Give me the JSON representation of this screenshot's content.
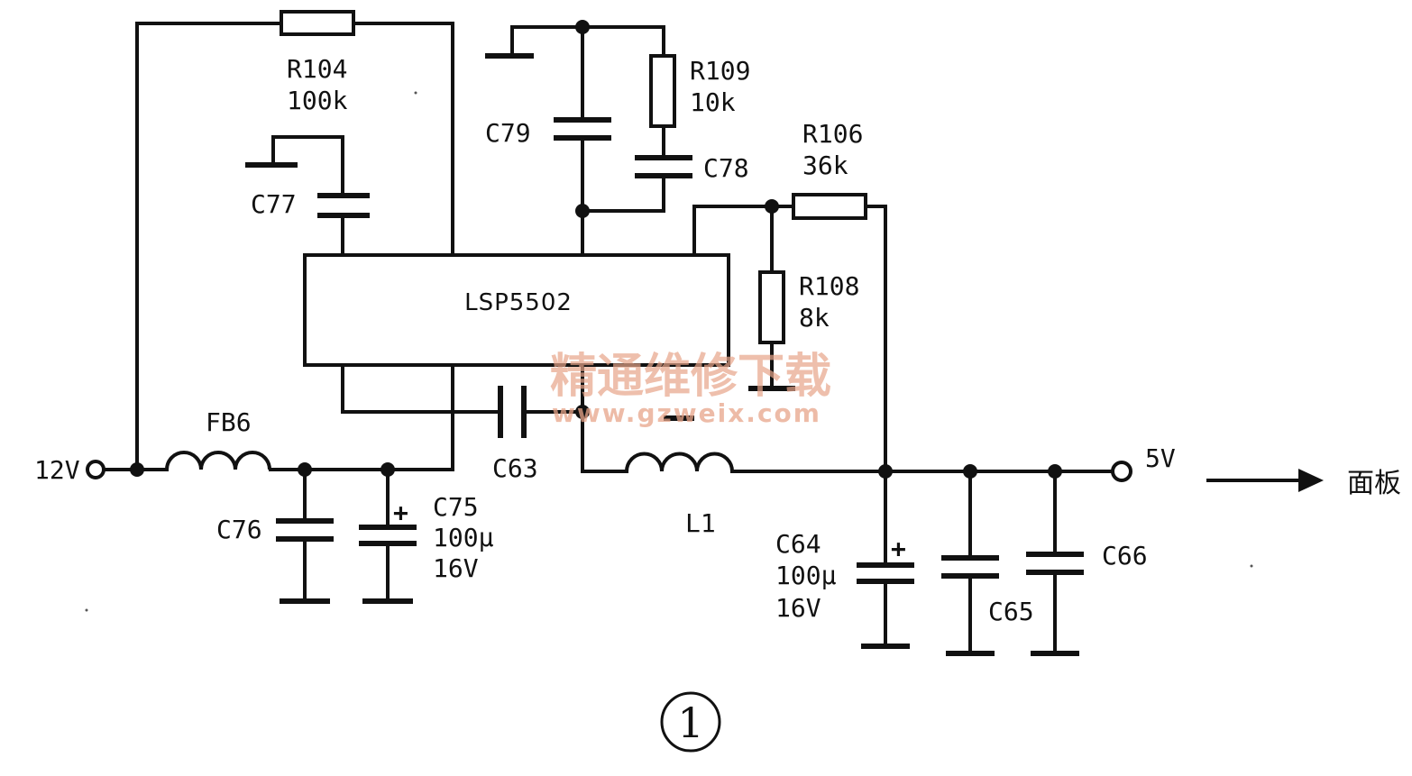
{
  "diagram": {
    "ic_label": "LSP5502",
    "input_label": "12V",
    "output_label": "5V",
    "destination_label": "面板",
    "figure_number": "1",
    "components": {
      "R104": {
        "name": "R104",
        "value": "100k"
      },
      "R109": {
        "name": "R109",
        "value": "10k"
      },
      "R106": {
        "name": "R106",
        "value": "36k"
      },
      "R108": {
        "name": "R108",
        "value": "8k"
      },
      "C77": {
        "name": "C77"
      },
      "C79": {
        "name": "C79"
      },
      "C78": {
        "name": "C78"
      },
      "C63": {
        "name": "C63"
      },
      "C76": {
        "name": "C76"
      },
      "C75": {
        "name": "C75",
        "value": "100μ",
        "voltage": "16V"
      },
      "C64": {
        "name": "C64",
        "value": "100μ",
        "voltage": "16V"
      },
      "C65": {
        "name": "C65"
      },
      "C66": {
        "name": "C66"
      },
      "FB6": {
        "name": "FB6"
      },
      "L1": {
        "name": "L1"
      }
    }
  },
  "watermark": {
    "text": "精通维修下载",
    "url": "www.gzweix.com"
  }
}
